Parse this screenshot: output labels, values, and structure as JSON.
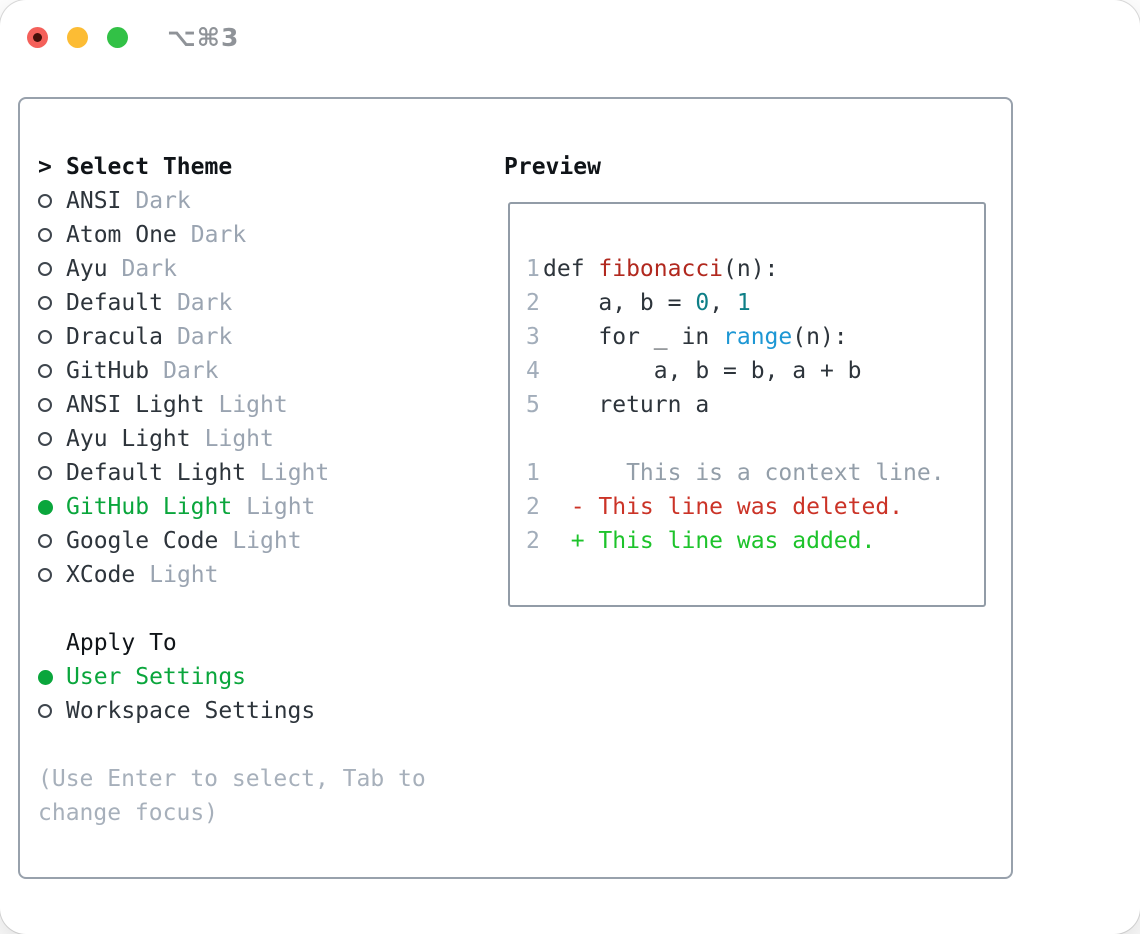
{
  "window": {
    "title": "⌥⌘3"
  },
  "theme_picker": {
    "prompt": ">",
    "title": "Select Theme",
    "themes": [
      {
        "name": "ANSI",
        "variant": "Dark",
        "selected": false
      },
      {
        "name": "Atom One",
        "variant": "Dark",
        "selected": false
      },
      {
        "name": "Ayu",
        "variant": "Dark",
        "selected": false
      },
      {
        "name": "Default",
        "variant": "Dark",
        "selected": false
      },
      {
        "name": "Dracula",
        "variant": "Dark",
        "selected": false
      },
      {
        "name": "GitHub",
        "variant": "Dark",
        "selected": false
      },
      {
        "name": "ANSI Light",
        "variant": "Light",
        "selected": false
      },
      {
        "name": "Ayu Light",
        "variant": "Light",
        "selected": false
      },
      {
        "name": "Default Light",
        "variant": "Light",
        "selected": false
      },
      {
        "name": "GitHub Light",
        "variant": "Light",
        "selected": true
      },
      {
        "name": "Google Code",
        "variant": "Light",
        "selected": false
      },
      {
        "name": "XCode",
        "variant": "Light",
        "selected": false
      }
    ],
    "apply_to": {
      "title": "Apply To",
      "options": [
        {
          "label": "User Settings",
          "selected": true
        },
        {
          "label": "Workspace Settings",
          "selected": false
        }
      ]
    },
    "hint": "(Use Enter to select, Tab to change focus)"
  },
  "preview": {
    "title": "Preview",
    "code_lines": [
      {
        "num": "1",
        "tokens": [
          {
            "text": "def ",
            "color": "text-primary"
          },
          {
            "text": "fibonacci",
            "color": "code-red"
          },
          {
            "text": "(n):",
            "color": "text-primary"
          }
        ]
      },
      {
        "num": "2",
        "tokens": [
          {
            "text": "    a, b = ",
            "color": "text-primary"
          },
          {
            "text": "0",
            "color": "code-teal"
          },
          {
            "text": ", ",
            "color": "text-primary"
          },
          {
            "text": "1",
            "color": "code-teal"
          }
        ]
      },
      {
        "num": "3",
        "tokens": [
          {
            "text": "    for _ in ",
            "color": "text-primary"
          },
          {
            "text": "range",
            "color": "code-blue"
          },
          {
            "text": "(n):",
            "color": "text-primary"
          }
        ]
      },
      {
        "num": "4",
        "tokens": [
          {
            "text": "        a, b = b, a + b",
            "color": "text-primary"
          }
        ]
      },
      {
        "num": "5",
        "tokens": [
          {
            "text": "    return a",
            "color": "text-primary"
          }
        ]
      }
    ],
    "diff_lines": [
      {
        "num": "1",
        "text": "      This is a context line.",
        "color": "context-gray"
      },
      {
        "num": "2",
        "text": "  - This line was deleted.",
        "color": "diff-red"
      },
      {
        "num": "2",
        "text": "  + This line was added.",
        "color": "diff-green"
      }
    ]
  },
  "colors": {
    "text-primary": "#2d343b",
    "text-strong": "#101418",
    "text-muted": "#9aa4b1",
    "hint": "#a7b0bb",
    "accent-green": "#0aa63c",
    "diff-red": "#cb3327",
    "diff-green": "#1dc32b",
    "code-red": "#b1281e",
    "code-teal": "#0e7f87",
    "code-blue": "#1d97d4",
    "line-number": "#a2adba",
    "context-gray": "#939ea9",
    "panel-border": "#98a1ac",
    "box-border": "#929ca7",
    "title-gray": "#8f9398",
    "radio-outline": "#3f464e",
    "tl-red": "#f4605a",
    "tl-red-dot": "#45100a",
    "tl-yellow": "#fcbc34",
    "tl-green": "#32c146"
  }
}
